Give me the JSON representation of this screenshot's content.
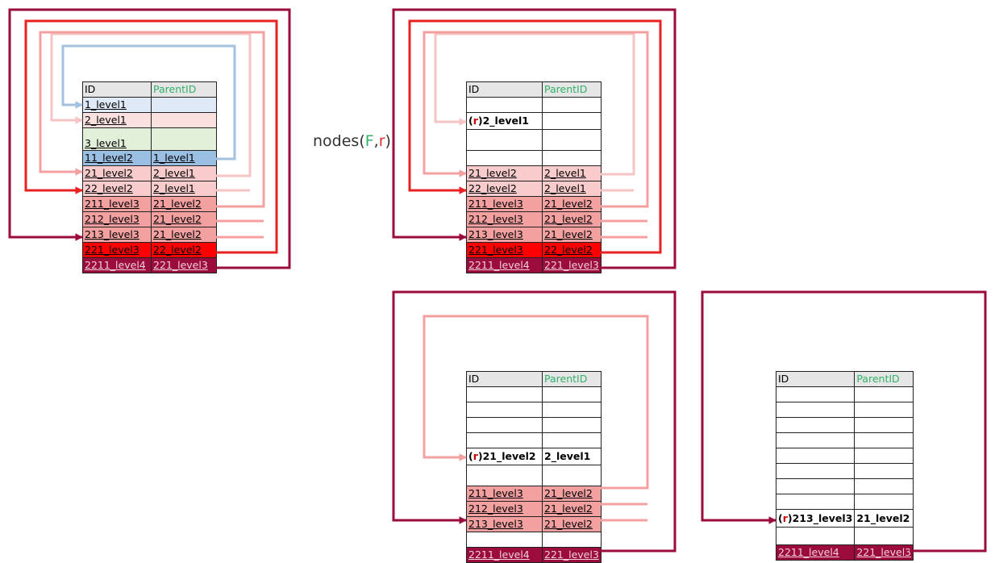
{
  "header": {
    "id": "ID",
    "parent": "ParentID"
  },
  "formula": {
    "name": "nodes(",
    "F": "F",
    "comma": ",",
    "r": "r",
    "close": ")"
  },
  "root_marker": {
    "open": "(",
    "r": "r",
    "close": ")"
  },
  "colors": {
    "blue_light": "#dfe9f7",
    "blue": "#9bbfe2",
    "blue_wire": "#a2c2e0",
    "pink_light": "#fbe0e0",
    "green_light": "#e2efd9",
    "pink": "#f8cccc",
    "salmon": "#f2a0a0",
    "red": "#ff0000",
    "maroon": "#9b0b3c",
    "pink_wire": "#f7c4c4",
    "salmon_wire": "#f5a0a0",
    "red_wire": "#e82222",
    "maroon_wire": "#9b0b3c"
  },
  "tables": [
    {
      "rows": [
        {
          "id": "1_level1",
          "parent": "",
          "color": "#dfe9f7"
        },
        {
          "id": "2_level1",
          "parent": "",
          "color": "#fbe0e0"
        },
        {
          "id": "3_level1",
          "parent": "",
          "color": "#e2efd9"
        },
        {
          "id": "11_level2",
          "parent": "1_level1",
          "color": "#9bbfe2"
        },
        {
          "id": "21_level2",
          "parent": "2_level1",
          "color": "#f8cccc"
        },
        {
          "id": "22_level2",
          "parent": "2_level1",
          "color": "#f8cccc"
        },
        {
          "id": "211_level3",
          "parent": "21_level2",
          "color": "#f2a0a0"
        },
        {
          "id": "212_level3",
          "parent": "21_level2",
          "color": "#f2a0a0"
        },
        {
          "id": "213_level3",
          "parent": "21_level2",
          "color": "#f2a0a0"
        },
        {
          "id": "221_level3",
          "parent": "22_level2",
          "color": "#ff0000"
        },
        {
          "id": "2211_level4",
          "parent": "221_level3",
          "color": "#9b0b3c"
        }
      ]
    },
    {
      "rows": [
        {
          "id": "",
          "parent": "",
          "color": ""
        },
        {
          "id": "2_level1",
          "parent": "",
          "color": "",
          "root": true
        },
        {
          "id": "",
          "parent": "",
          "color": ""
        },
        {
          "id": "",
          "parent": "",
          "color": ""
        },
        {
          "id": "21_level2",
          "parent": "2_level1",
          "color": "#f8cccc"
        },
        {
          "id": "22_level2",
          "parent": "2_level1",
          "color": "#f8cccc"
        },
        {
          "id": "211_level3",
          "parent": "21_level2",
          "color": "#f2a0a0"
        },
        {
          "id": "212_level3",
          "parent": "21_level2",
          "color": "#f2a0a0"
        },
        {
          "id": "213_level3",
          "parent": "21_level2",
          "color": "#f2a0a0"
        },
        {
          "id": "221_level3",
          "parent": "22_level2",
          "color": "#ff0000"
        },
        {
          "id": "2211_level4",
          "parent": "221_level3",
          "color": "#9b0b3c"
        }
      ]
    },
    {
      "rows": [
        {
          "id": "",
          "parent": "",
          "color": ""
        },
        {
          "id": "",
          "parent": "",
          "color": ""
        },
        {
          "id": "",
          "parent": "",
          "color": ""
        },
        {
          "id": "",
          "parent": "",
          "color": ""
        },
        {
          "id": "21_level2",
          "parent": "2_level1",
          "color": "",
          "root": true
        },
        {
          "id": "",
          "parent": "",
          "color": ""
        },
        {
          "id": "211_level3",
          "parent": "21_level2",
          "color": "#f2a0a0"
        },
        {
          "id": "212_level3",
          "parent": "21_level2",
          "color": "#f2a0a0"
        },
        {
          "id": "213_level3",
          "parent": "21_level2",
          "color": "#f2a0a0"
        },
        {
          "id": "",
          "parent": "",
          "color": ""
        },
        {
          "id": "2211_level4",
          "parent": "221_level3",
          "color": "#9b0b3c"
        }
      ]
    },
    {
      "rows": [
        {
          "id": "",
          "parent": "",
          "color": ""
        },
        {
          "id": "",
          "parent": "",
          "color": ""
        },
        {
          "id": "",
          "parent": "",
          "color": ""
        },
        {
          "id": "",
          "parent": "",
          "color": ""
        },
        {
          "id": "",
          "parent": "",
          "color": ""
        },
        {
          "id": "",
          "parent": "",
          "color": ""
        },
        {
          "id": "",
          "parent": "",
          "color": ""
        },
        {
          "id": "",
          "parent": "",
          "color": ""
        },
        {
          "id": "213_level3",
          "parent": "21_level2",
          "color": "",
          "root": true
        },
        {
          "id": "",
          "parent": "",
          "color": ""
        },
        {
          "id": "2211_level4",
          "parent": "221_level3",
          "color": "#9b0b3c"
        }
      ]
    }
  ]
}
